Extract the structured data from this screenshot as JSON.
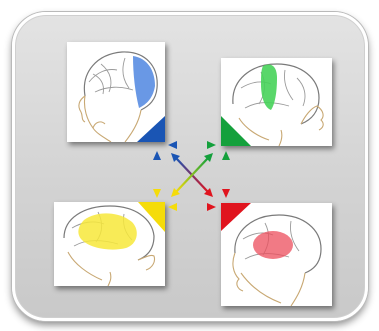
{
  "colors": {
    "blue": "#1a55b4",
    "green": "#14a03c",
    "yellow": "#f5dc0a",
    "red": "#e0141e",
    "panel": "#d6d6d6",
    "sketch": "#c8a873"
  },
  "cards": [
    {
      "id": "top-left",
      "quadrant_color": "blue",
      "highlight_region": "rear"
    },
    {
      "id": "top-right",
      "quadrant_color": "green",
      "highlight_region": "top"
    },
    {
      "id": "bottom-left",
      "quadrant_color": "yellow",
      "highlight_region": "front"
    },
    {
      "id": "bottom-right",
      "quadrant_color": "red",
      "highlight_region": "middle"
    }
  ],
  "connections": [
    [
      "blue",
      "green"
    ],
    [
      "blue",
      "yellow"
    ],
    [
      "green",
      "red"
    ],
    [
      "yellow",
      "red"
    ],
    [
      "blue",
      "red"
    ],
    [
      "green",
      "yellow"
    ]
  ]
}
